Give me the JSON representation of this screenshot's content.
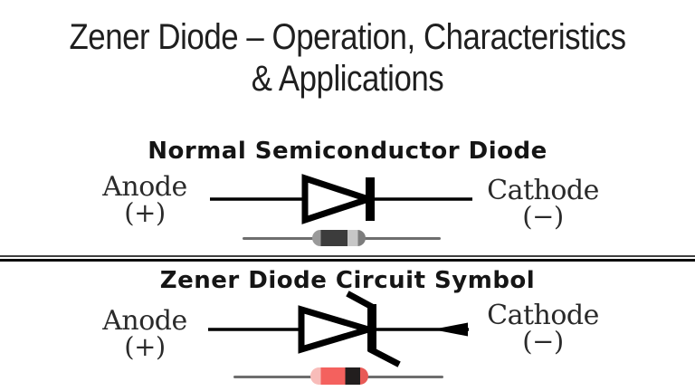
{
  "title": {
    "line1": "Zener Diode – Operation, Characteristics",
    "line2": "& Applications"
  },
  "sections": {
    "normal": {
      "heading": "Normal Semiconductor Diode",
      "anode_label": "Anode",
      "anode_polarity": "(+)",
      "cathode_label": "Cathode",
      "cathode_polarity": "(−)"
    },
    "zener": {
      "heading": "Zener Diode Circuit Symbol",
      "anode_label": "Anode",
      "anode_polarity": "(+)",
      "cathode_label": "Cathode",
      "cathode_polarity": "(−)"
    }
  },
  "graphics": {
    "normal_symbol": "pn-junction-diode-symbol",
    "normal_photo": "axial-lead-diode-component-gray",
    "zener_symbol": "zener-diode-symbol-bent-bar",
    "zener_photo": "axial-lead-zener-component-red",
    "cathode_arrow": "left-pointing-arrowhead"
  },
  "colors": {
    "background": "#ffffff",
    "text_primary": "#1f1f1f",
    "label_text": "#2a2a2a",
    "symbol_stroke": "#000000",
    "wire_gray": "#6e6e6e",
    "diode_body_dark": "#3c3c3c",
    "diode_band_light": "#c7c7c7",
    "zener_body_red": "#f4615e",
    "zener_cap_pink": "#f8bcb9",
    "zener_band_black": "#221e1e",
    "divider": "#0a0a0a"
  }
}
